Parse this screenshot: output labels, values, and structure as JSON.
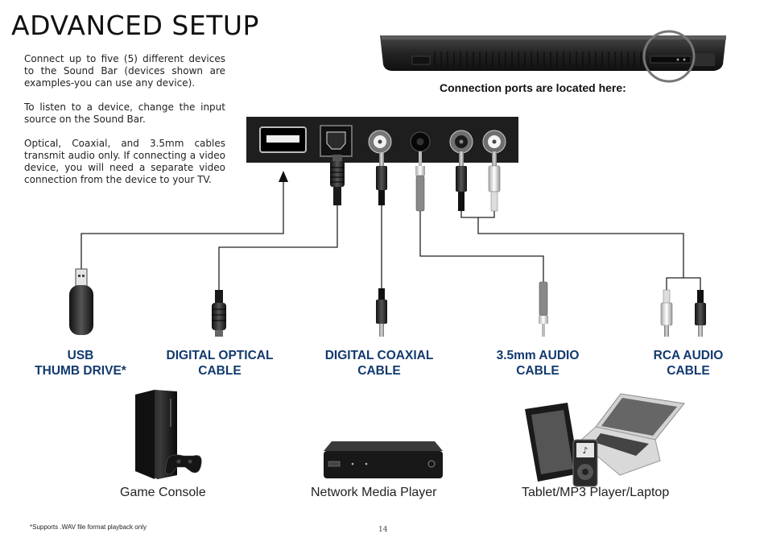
{
  "page": {
    "title": "ADVANCED SETUP",
    "intro_paragraphs": [
      "Connect up to five (5) different devices to the Sound Bar (devices shown are examples-you can use any device).",
      "To listen to a device, change the input source on the Sound Bar.",
      "Optical, Coaxial, and 3.5mm cables transmit audio only. If connecting a video device, you will need a separate video connection from the device to your TV."
    ],
    "connection_label": "Connection ports are located here:",
    "cables": [
      {
        "line1": "USB",
        "line2": "THUMB DRIVE*"
      },
      {
        "line1": "DIGITAL OPTICAL",
        "line2": "CABLE"
      },
      {
        "line1": "DIGITAL COAXIAL",
        "line2": "CABLE"
      },
      {
        "line1": "3.5mm AUDIO",
        "line2": "CABLE"
      },
      {
        "line1": "RCA AUDIO",
        "line2": "CABLE"
      }
    ],
    "devices": [
      "Game Console",
      "Network Media Player",
      "Tablet/MP3 Player/Laptop"
    ],
    "footnote": "*Supports .WAV file format playback only",
    "page_number": "14"
  },
  "colors": {
    "cable_label": "#123a6e",
    "panel": "#1e1e1e",
    "wire": "#222222"
  }
}
